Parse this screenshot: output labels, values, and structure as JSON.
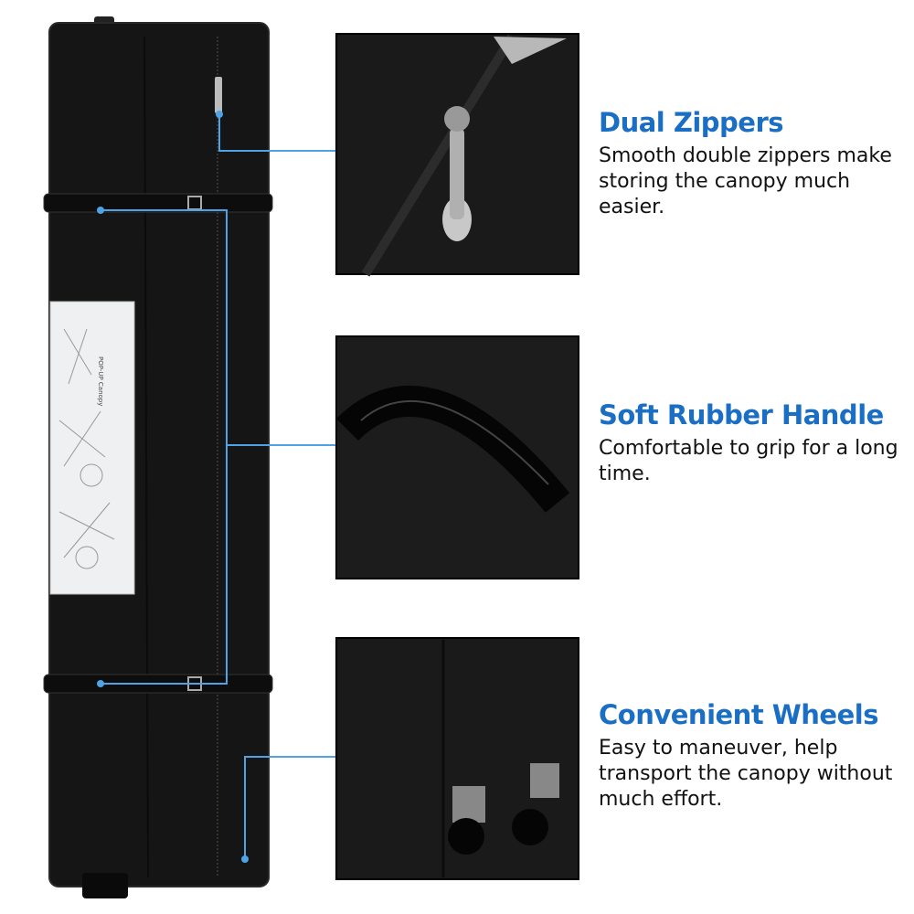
{
  "colors": {
    "accent": "#1a6fc4",
    "connector": "#4da3e6",
    "bag": "#151515"
  },
  "bag_label": {
    "text": "POP-UP Canopy"
  },
  "features": [
    {
      "title": "Dual Zippers",
      "description": "Smooth double zippers make storing the canopy much easier."
    },
    {
      "title": "Soft Rubber Handle",
      "description": "Comfortable to grip for a long time."
    },
    {
      "title": "Convenient Wheels",
      "description": "Easy to maneuver, help transport the canopy without much effort."
    }
  ]
}
